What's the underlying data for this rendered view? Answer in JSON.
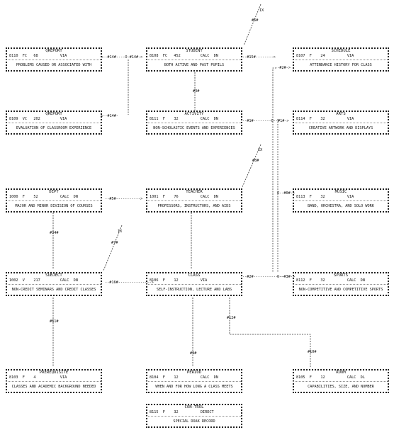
{
  "boxes": {
    "qreport1": {
      "name": "QREPORT",
      "stat": "8110  FC   68          VIA",
      "desc": "PROBLEMS CAUSED OR ASSOCIATED WITH"
    },
    "student": {
      "name": "STUDENT",
      "stat": "8108  FC   452         CALC  DN",
      "desc": "BOTH ACTIVE AND PAST PUPILS"
    },
    "schedule": {
      "name": "SCHEDULE",
      "stat": "8107  F    24          VIA",
      "desc": "ATTENDANCE HISTORY FOR CLASS"
    },
    "qreport2": {
      "name": "QREPORT",
      "stat": "8109  VC   202         VIA",
      "desc": "EVALUATION OF CLASSROOM EXPERIENCE"
    },
    "activity": {
      "name": "ACTIVITY",
      "stat": "8111  F    32          CALC  DN",
      "desc": "NON-SCHOLASTIC EVENTS AND EXPERIENCES"
    },
    "arts": {
      "name": "ARTS",
      "stat": "8114  F    32          VIA",
      "desc": "CREATIVE ARTWORK AND DISPLAYS"
    },
    "dept": {
      "name": "DEPT",
      "stat": "1000  F    52          CALC  DN",
      "desc": "MAJOR AND MINOR DIVISION OF COURSES"
    },
    "teacher": {
      "name": "TEACHER",
      "stat": "1001  F    76          CALC  DN",
      "desc": "PROFESSORS, INSTRUCTORS, AND AIDS"
    },
    "music": {
      "name": "MUSIC",
      "stat": "8113  F    32          VIA",
      "desc": "BAND, ORCHESTRA, AND SOLO WORK"
    },
    "subject": {
      "name": "SUBJECT",
      "stat": "1002  V    217         CALC  DN",
      "desc": "NON-CREDIT SEMINARS AND CREDIT CLASSES"
    },
    "class": {
      "name": "CLASS",
      "stat": "8106  F    12          VIA",
      "desc": "SELF-INSTRUCTION, LECTURE AND LABS"
    },
    "sports": {
      "name": "SPORTS",
      "stat": "8112  F    32          CALC  DN",
      "desc": "NON-COMPETITIVE AND COMPETITIVE SPORTS"
    },
    "prereq": {
      "name": "PREREQUISITE",
      "stat": "8103  F    4           VIA",
      "desc": "CLASSES AND ACADEMIC BACKGROUND NEEDED"
    },
    "period": {
      "name": "PERIOD",
      "stat": "8104  F    12          CALC  DN",
      "desc": "WHEN AND FOR HOW LONG A CLASS MEETS"
    },
    "room": {
      "name": "ROOM",
      "stat": "8105  F    12          CALC  DL",
      "desc": "CAPABILITIES, SIZE, AND NUMBER"
    },
    "control": {
      "name": "CON-TROL",
      "stat": "8115  F    32          DIRECT",
      "desc": "SPECIAL DOAK RECORD"
    }
  },
  "labels": {
    "l14a": "<--#14#----O-#14#->",
    "l15": "--#15#-------->",
    "l2a": "--#2#->",
    "l14b": "<--#14#-",
    "l1": "--#1#--------O--#1#->",
    "l5": "--#5#----------->",
    "l0": "O--#0#->",
    "l16": "--#16#--------------->",
    "l2b": "--#2#--------------",
    "l3": "O--#3#->",
    "c3": "#3#",
    "c6": "#6#",
    "c8": "#8#",
    "c7": "#7#",
    "c34": "#34#",
    "c61": "#61#",
    "c9": "#9#",
    "c12": "#12#",
    "c10": "#10#",
    "x1": "IX",
    "x2": "IX",
    "x3": "IX"
  }
}
